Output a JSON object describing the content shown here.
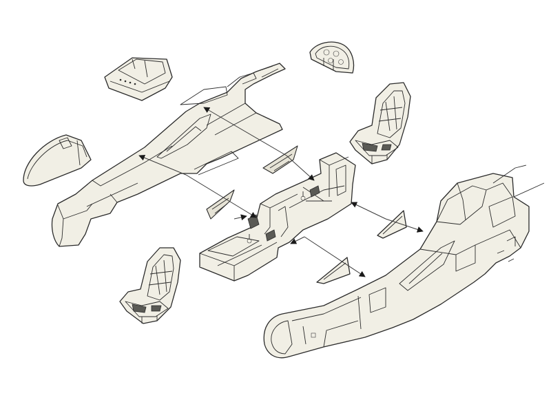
{
  "diagram": {
    "parts": [
      "canopy-front-left",
      "instrument-hood",
      "instrument-panel",
      "fuselage-front-left",
      "ejection-seat-upper",
      "ejection-seat-lower",
      "cockpit-tub",
      "fuselage-front-right",
      "side-console-left",
      "side-console-right",
      "panel-small-right",
      "panel-small-lower"
    ],
    "arrow_count": 9,
    "line_color": "#2a2a2a",
    "fill_color": "#f1efe5"
  }
}
